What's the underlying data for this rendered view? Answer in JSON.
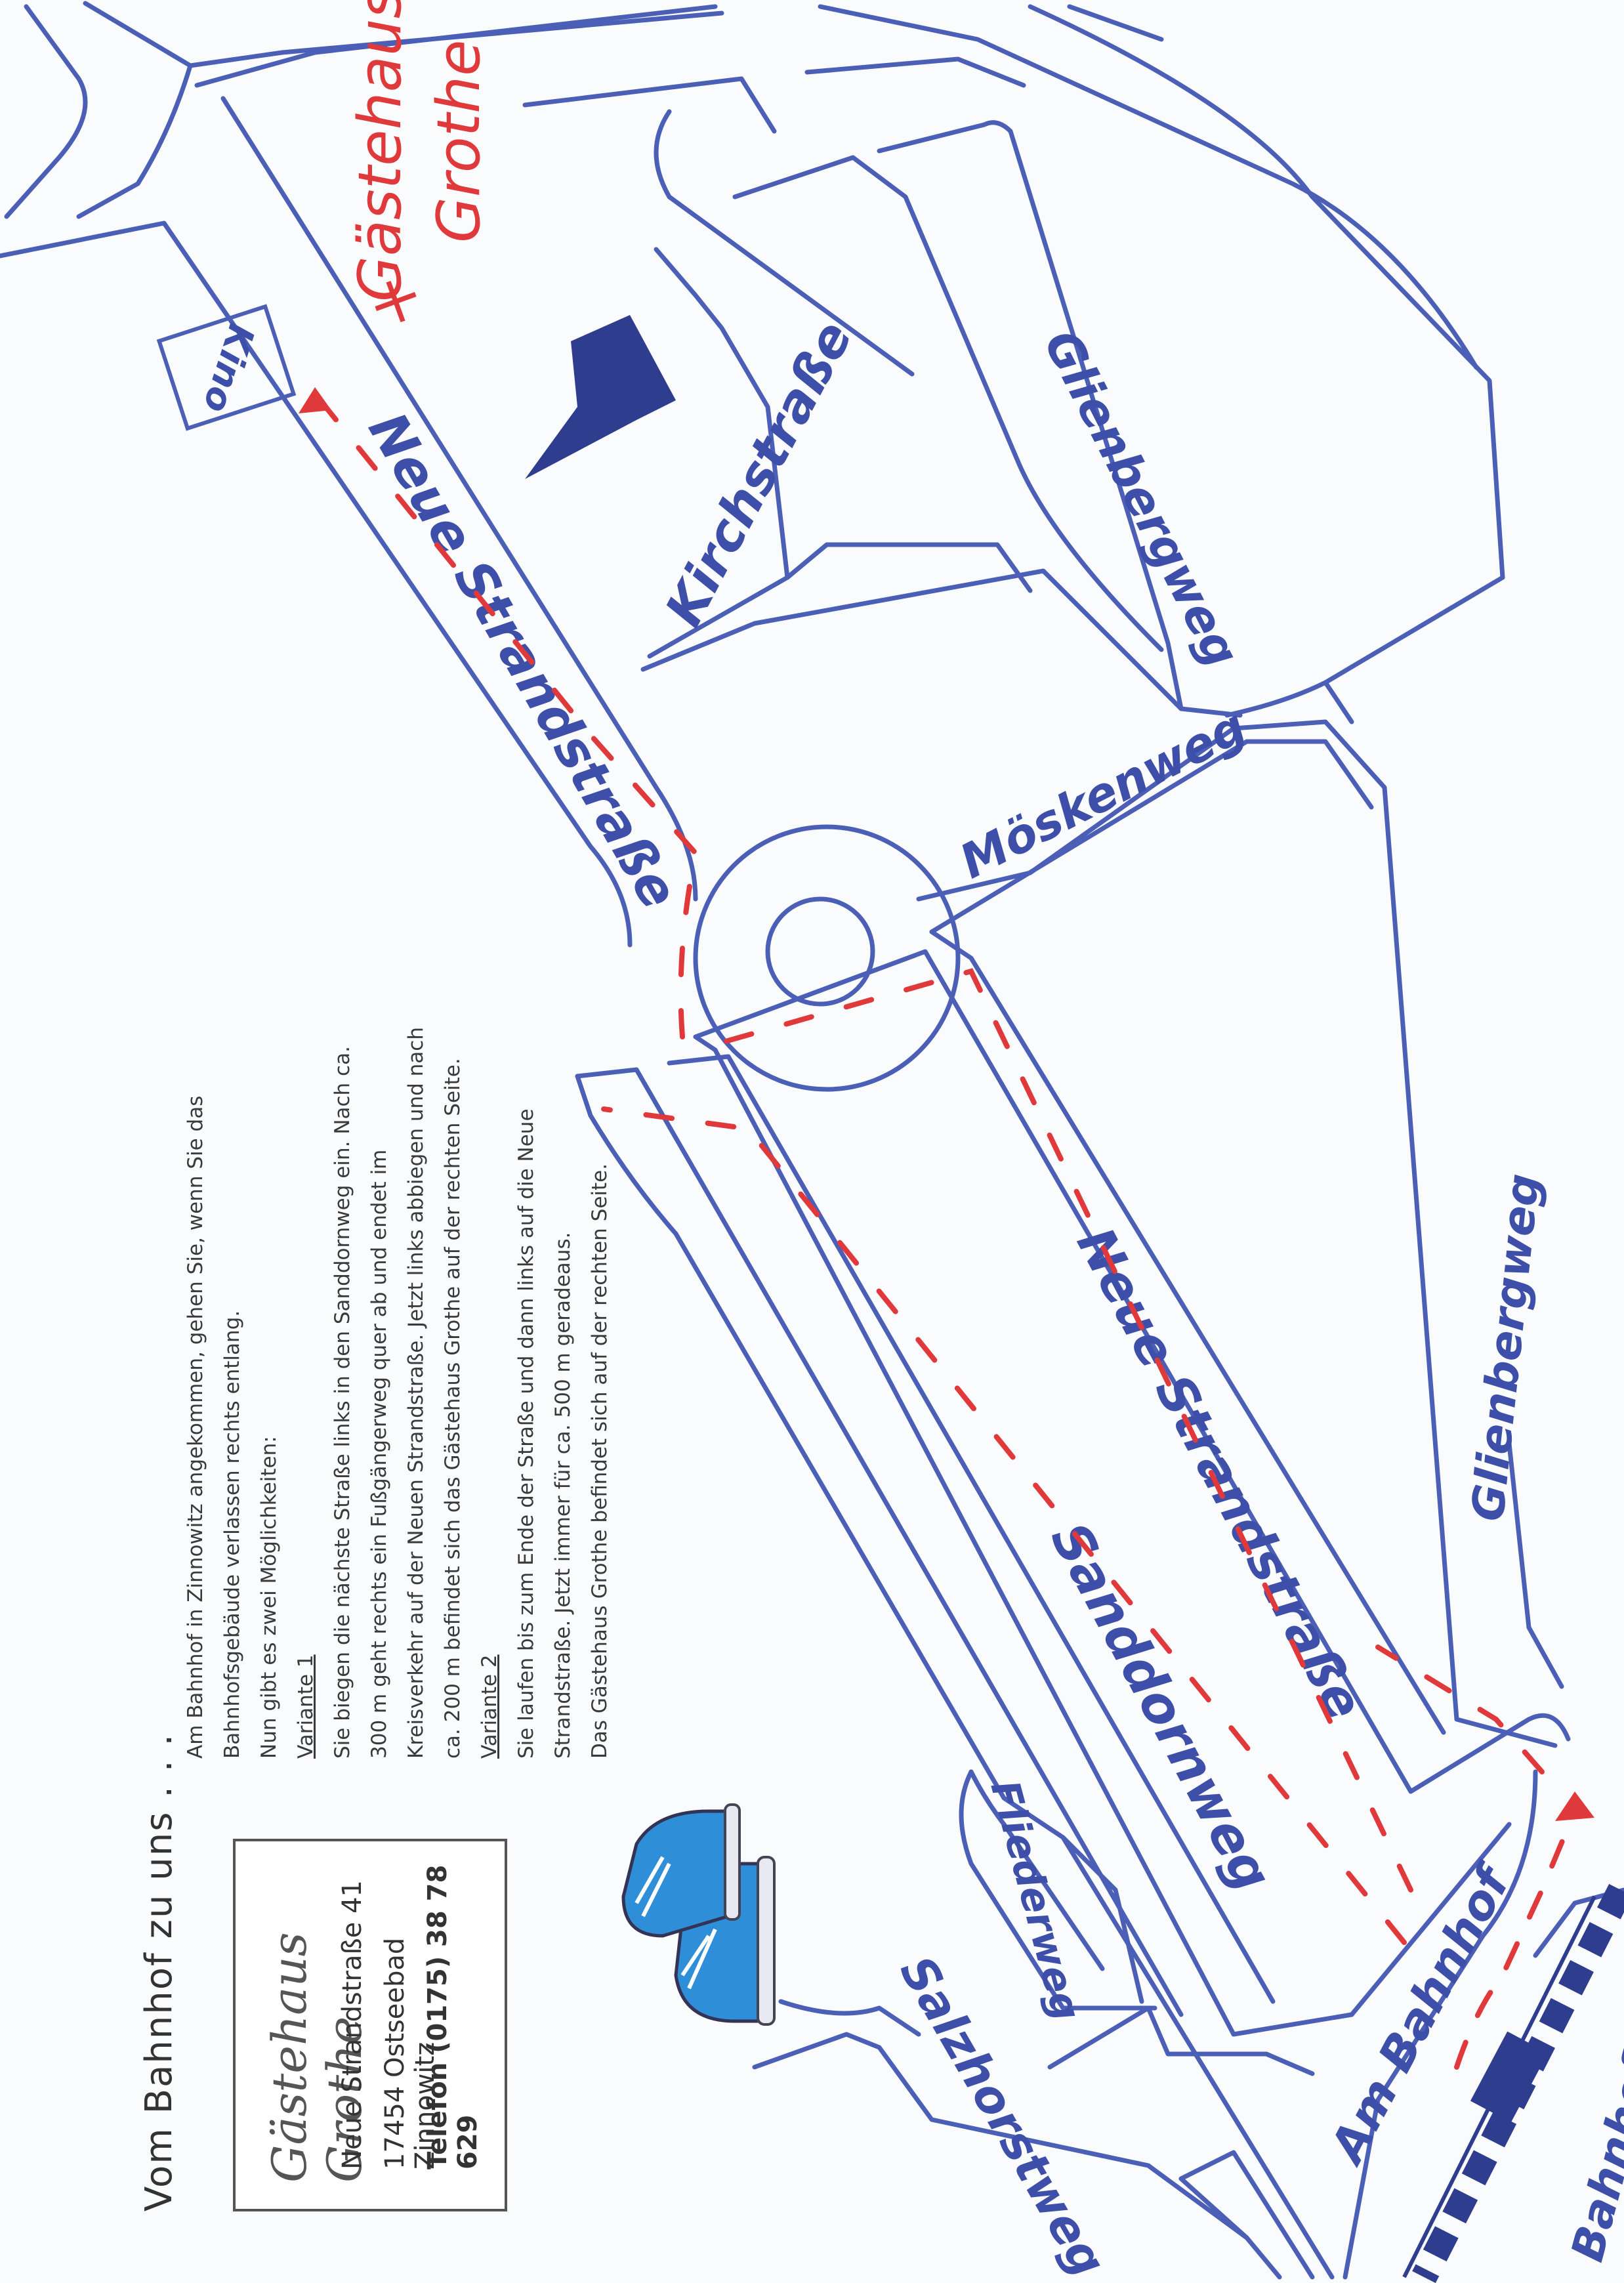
{
  "panel": {
    "heading": "Vom Bahnhof zu uns . . .",
    "card": {
      "name": "Gästehaus Grothe",
      "street": "Neue Strandstraße 41",
      "city": "17454 Ostseebad Zinnowitz",
      "phone": "Telefon (0175) 38 78 629"
    },
    "directions": {
      "line1": "Am Bahnhof in Zinnowitz angekommen, gehen  Sie, wenn Sie das",
      "line2": "Bahnhofsgebäude verlassen rechts entlang.",
      "line3": "Nun gibt es zwei Möglichkeiten:",
      "variant1_title": "Variante 1",
      "variant1_l1": "Sie biegen die nächste Straße links in den Sanddornweg ein. Nach ca.",
      "variant1_l2": "300 m geht rechts ein Fußgängerweg quer ab und endet im",
      "variant1_l3": "Kreisverkehr auf der Neuen Strandstraße. Jetzt links abbiegen und nach",
      "variant1_l4": "ca. 200 m befindet sich das Gästehaus Grothe auf der rechten Seite.",
      "variant2_title": "Variante 2",
      "variant2_l1": "Sie laufen bis zum Ende der Straße und dann links auf die Neue",
      "variant2_l2": "Strandstraße. Jetzt immer für ca. 500 m geradeaus.",
      "variant2_l3": "Das Gästehaus Grothe befindet sich auf der rechten Seite."
    }
  },
  "map": {
    "destination_line1": "Gästehaus",
    "destination_line2": "Grothe",
    "destination_marker": "×",
    "streets": {
      "neue_strandstrasse_top": "Neue Strandstraße",
      "kirchstrasse": "Kirchstraße",
      "glienbergweg_top": "Glienbergweg",
      "moeskenweg": "Möskenweg",
      "glienbergweg_right": "Glienbergweg",
      "neue_strandstrasse_lower": "Neue Strandstraße",
      "sanddornweg": "Sanddornweg",
      "fliederweg": "Fliederweg",
      "salzhorstweg": "Salzhorstweg",
      "am_bahnhof": "Am Bahnhof",
      "bahnhof": "Bahnhof"
    },
    "kino": "Kino",
    "colors": {
      "streets": "#4a5fb5",
      "route": "#e0393b",
      "church": "#2f3d8f"
    },
    "icons": [
      "church-icon",
      "sneakers-icon",
      "railway-track-icon",
      "station-building-icon",
      "route-arrow-icon"
    ]
  }
}
